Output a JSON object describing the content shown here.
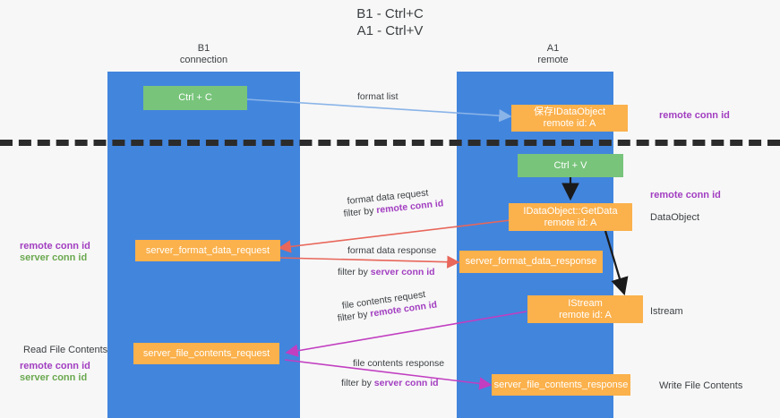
{
  "title": "B1 - Ctrl+C\nA1 - Ctrl+V",
  "columns": {
    "b1": "B1\nconnection",
    "a1": "A1\nremote"
  },
  "colors": {
    "lane": "#4285dd",
    "green_box": "#78c47b",
    "orange_box": "#fbb14c",
    "remote_conn_id": "#a23ec1",
    "server_conn_id": "#6aa84f",
    "arrow_format_list": "#8ab4e8",
    "arrow_format_data": "#e8665a",
    "arrow_file_contents": "#c13ec1",
    "arrow_black": "#1a1a1a",
    "separator": "#2b2b2b"
  },
  "boxes": {
    "ctrl_c": "Ctrl + C",
    "save_idataobject": "保存IDataObject\nremote id: A",
    "ctrl_v": "Ctrl + V",
    "getdata": "IDataObject::GetData\nremote id: A",
    "server_format_data_request": "server_format_data_request",
    "server_format_data_response": "server_format_data_response",
    "istream": "IStream\nremote id: A",
    "server_file_contents_request": "server_file_contents_request",
    "server_file_contents_response": "server_file_contents_response"
  },
  "edges": {
    "format_list": "format list",
    "format_data_request": "format data request",
    "format_data_request_filter_prefix": "filter by ",
    "format_data_request_filter_key": "remote conn id",
    "format_data_response": "format data response",
    "format_data_response_filter_prefix": "filter by ",
    "format_data_response_filter_key": "server conn id",
    "file_contents_request": "file contents request",
    "file_contents_request_filter_prefix": "filter by ",
    "file_contents_request_filter_key": "remote conn id",
    "file_contents_response": "file contents response",
    "file_contents_response_filter_prefix": "filter by ",
    "file_contents_response_filter_key": "server conn id"
  },
  "annotations": {
    "right_remote_conn_id_top": "remote conn id",
    "right_remote_conn_id_mid": "remote conn id",
    "right_dataobject": "DataObject",
    "right_istream": "Istream",
    "right_write_file_contents": "Write File Contents",
    "left_ids_mid_remote": "remote conn id",
    "left_ids_mid_server": "server conn id",
    "left_read_file_contents": "Read File Contents",
    "left_ids_bottom_remote": "remote conn id",
    "left_ids_bottom_server": "server conn id"
  }
}
